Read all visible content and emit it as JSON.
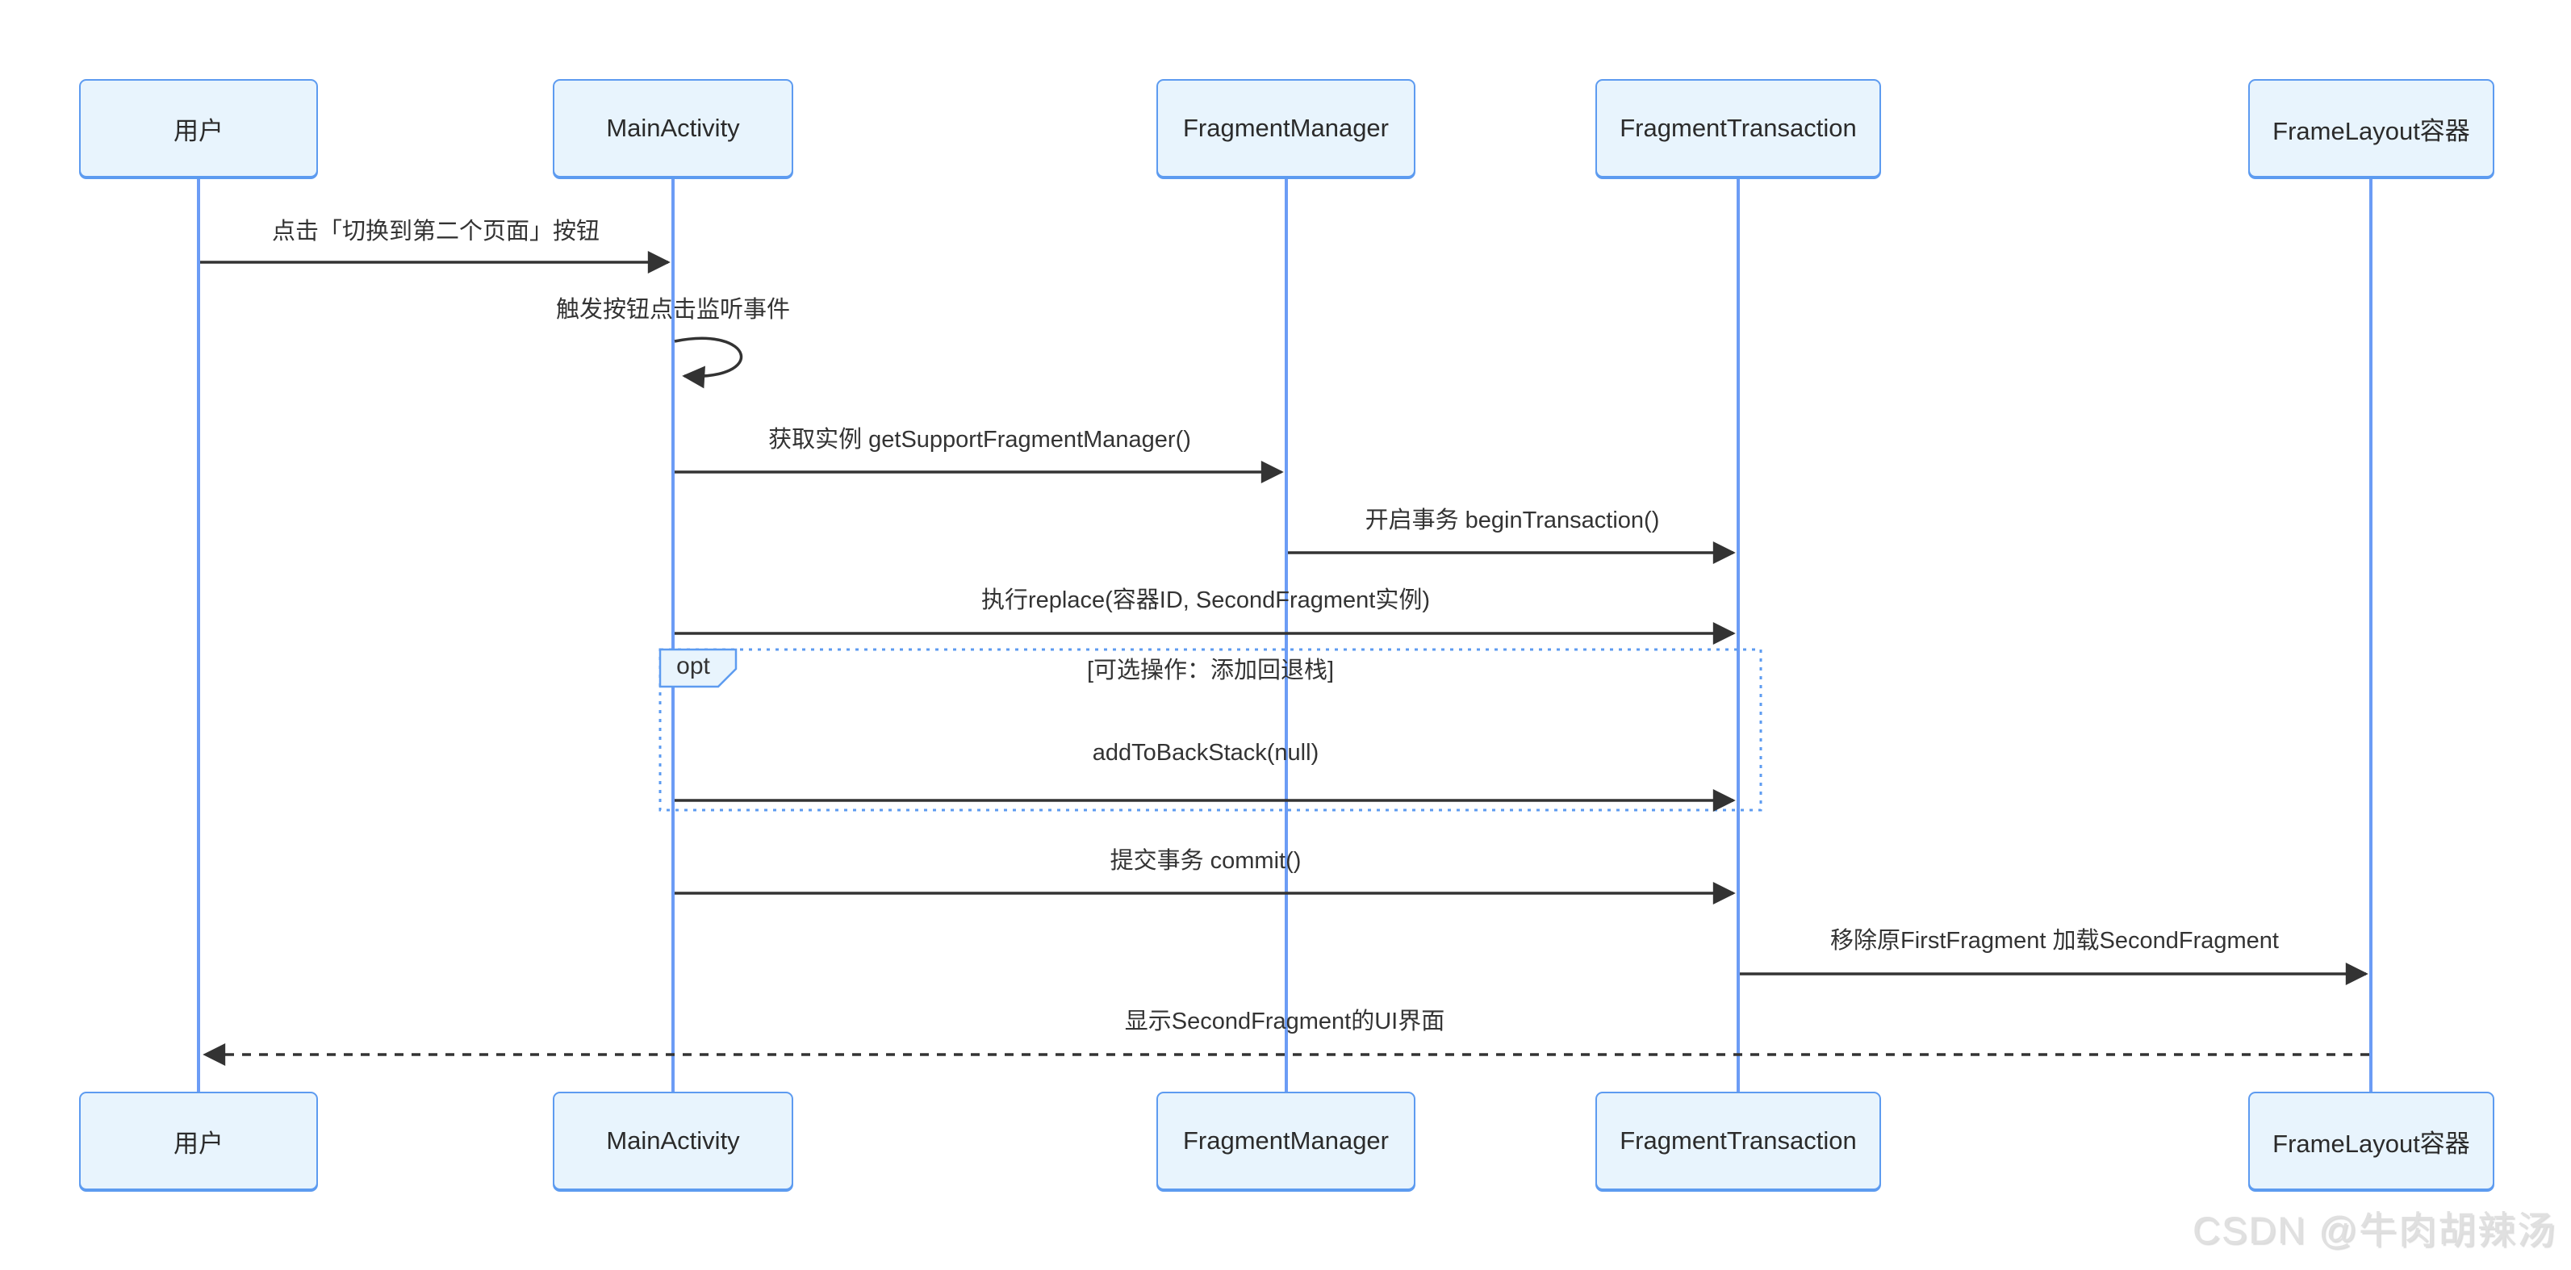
{
  "diagram": {
    "type": "sequence",
    "actors": [
      {
        "name": "用户"
      },
      {
        "name": "MainActivity"
      },
      {
        "name": "FragmentManager"
      },
      {
        "name": "FragmentTransaction"
      },
      {
        "name": "FrameLayout容器"
      }
    ],
    "messages": [
      {
        "from": "用户",
        "to": "MainActivity",
        "label": "点击「切换到第二个页面」按钮",
        "style": "solid-arrow"
      },
      {
        "from": "MainActivity",
        "to": "MainActivity",
        "label": "触发按钮点击监听事件",
        "style": "self-loop"
      },
      {
        "from": "MainActivity",
        "to": "FragmentManager",
        "label": "获取实例 getSupportFragmentManager()",
        "style": "solid-arrow"
      },
      {
        "from": "FragmentManager",
        "to": "FragmentTransaction",
        "label": "开启事务 beginTransaction()",
        "style": "solid-arrow"
      },
      {
        "from": "MainActivity",
        "to": "FragmentTransaction",
        "label": "执行replace(容器ID, SecondFragment实例)",
        "style": "solid-arrow"
      },
      {
        "from": "MainActivity",
        "to": "FragmentTransaction",
        "label": "addToBackStack(null)",
        "style": "solid-arrow",
        "inside_fragment": "opt"
      },
      {
        "from": "MainActivity",
        "to": "FragmentTransaction",
        "label": "提交事务 commit()",
        "style": "solid-arrow"
      },
      {
        "from": "FragmentTransaction",
        "to": "FrameLayout容器",
        "label": "移除原FirstFragment 加载SecondFragment",
        "style": "solid-arrow"
      },
      {
        "from": "FrameLayout容器",
        "to": "用户",
        "label": "显示SecondFragment的UI界面",
        "style": "dashed-arrow"
      }
    ],
    "opt_fragment": {
      "keyword": "opt",
      "title": "[可选操作：添加回退栈]"
    },
    "colors": {
      "actor_fill": "#E8F4FD",
      "actor_border": "#5D9BF0",
      "lifeline": "#6C9CF5",
      "arrow": "#333333",
      "opt_border": "#5D9BF0",
      "watermark": "#E0E0E0"
    },
    "watermark": "CSDN @牛肉胡辣汤"
  }
}
